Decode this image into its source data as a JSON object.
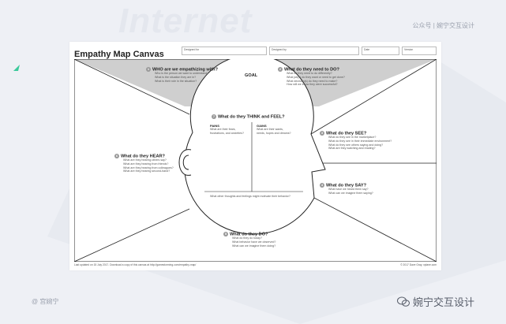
{
  "background": {
    "word": "Internet",
    "top_right_label": "公众号 | 婉宁交互设计",
    "author": "@ 宫婉宁",
    "watermark": "婉宁交互设计"
  },
  "canvas": {
    "title": "Empathy Map Canvas",
    "fields": [
      {
        "label": "Designed for"
      },
      {
        "label": "Designed by"
      },
      {
        "label": "Date"
      },
      {
        "label": "Version"
      }
    ],
    "goal": "GOAL",
    "sections": {
      "who": {
        "num": "1",
        "title": "WHO are we empathizing with?",
        "questions": [
          "Who is the person we want to understand?",
          "What is the situation they are in?",
          "What is their role in the situation?"
        ]
      },
      "do_need": {
        "num": "2",
        "title": "What do they need to DO?",
        "questions": [
          "What do they need to do differently?",
          "What job(s) do they want or need to get done?",
          "What decision(s) do they need to make?",
          "How will we know they were successful?"
        ]
      },
      "see": {
        "num": "3",
        "title": "What do they SEE?",
        "questions": [
          "What do they see in the marketplace?",
          "What do they see in their immediate environment?",
          "What do they see others saying and doing?",
          "What are they watching and reading?"
        ]
      },
      "say": {
        "num": "4",
        "title": "What do they SAY?",
        "questions": [
          "What have we heard them say?",
          "What can we imagine them saying?"
        ]
      },
      "do": {
        "num": "5",
        "title": "What do they DO?",
        "questions": [
          "What do they do today?",
          "What behavior have we observed?",
          "What can we imagine them doing?"
        ]
      },
      "hear": {
        "num": "6",
        "title": "What do they HEAR?",
        "questions": [
          "What are they hearing others say?",
          "What are they hearing from friends?",
          "What are they hearing from colleagues?",
          "What are they hearing second-hand?"
        ]
      },
      "think": {
        "num": "7",
        "title": "What do they THINK and FEEL?",
        "pains_title": "PAINS",
        "pains_q": [
          "What are their fears,",
          "frustrations, and anxieties?"
        ],
        "gains_title": "GAINS",
        "gains_q": [
          "What are their wants,",
          "needs, hopes and dreams?"
        ],
        "bottom": "What other thoughts and feelings might motivate their behavior?"
      }
    },
    "footer_left": "Last updated on 15 July 2017. Download a copy of this canvas at http://gamestorming.com/empathy-map/",
    "footer_right": "© 2017 Dave Gray, xplane.com"
  }
}
